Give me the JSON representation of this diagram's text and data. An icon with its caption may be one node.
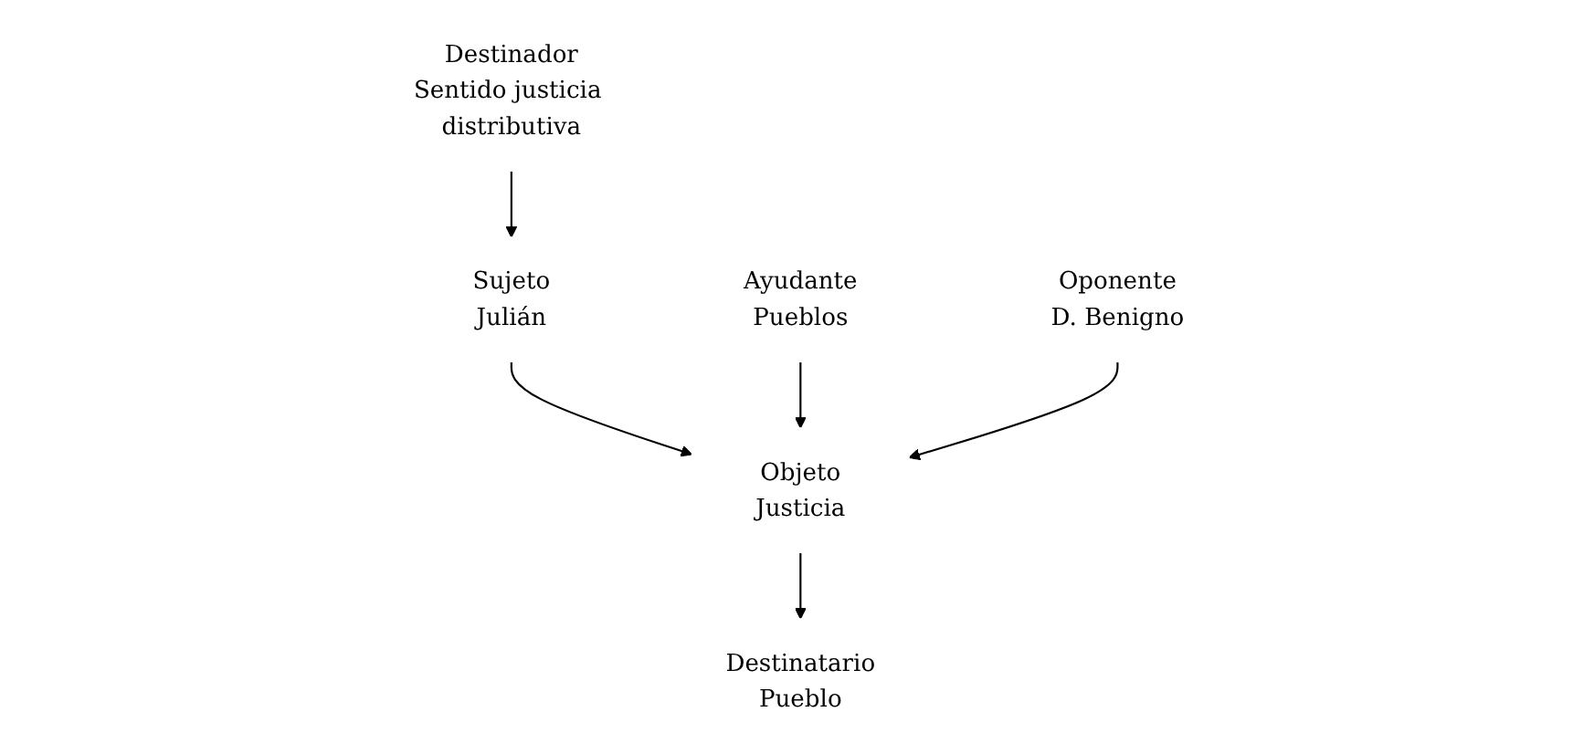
{
  "diagram": {
    "nodes": [
      {
        "text": [
          "Destinador",
          "Sentido justicia distributiva"
        ]
      },
      {
        "text": [
          "Destinatario",
          "Pueblo"
        ]
      },
      {
        "text": [
          "Sujeto",
          "Julián"
        ]
      },
      {
        "text": [
          "Ayudante",
          "Pueblos"
        ]
      },
      {
        "text": [
          "Objeto",
          "Justicia"
        ]
      },
      {
        "text": [
          "Oponente",
          "D. Benigno"
        ]
      }
    ],
    "edges": [
      {
        "from": 0,
        "to": 2,
        "arrow": "to"
      },
      {
        "from": 2,
        "to": 4,
        "arrow": "to"
      },
      {
        "from": 4,
        "to": 1,
        "arrow": "to"
      },
      {
        "from": 3,
        "to": 4,
        "arrow": "to"
      },
      {
        "from": 5,
        "to": 4,
        "arrow": "to"
      }
    ]
  }
}
